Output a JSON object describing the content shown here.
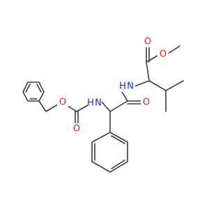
{
  "structure": {
    "colors": {
      "bond": "#3a3a3a",
      "oxygen": "#e8211e",
      "nitrogen": "#1a2fcf",
      "background": "#ffffff"
    },
    "atom_labels": {
      "o_ester_carbonyl": "O",
      "o_ester_methoxy": "O",
      "n_amide": "N",
      "h_amide": "H",
      "o_amide_carbonyl": "O",
      "n_carbamate": "N",
      "h_carbamate": "H",
      "o_carbamate_ether": "O",
      "o_carbamate_carbonyl": "O"
    }
  }
}
